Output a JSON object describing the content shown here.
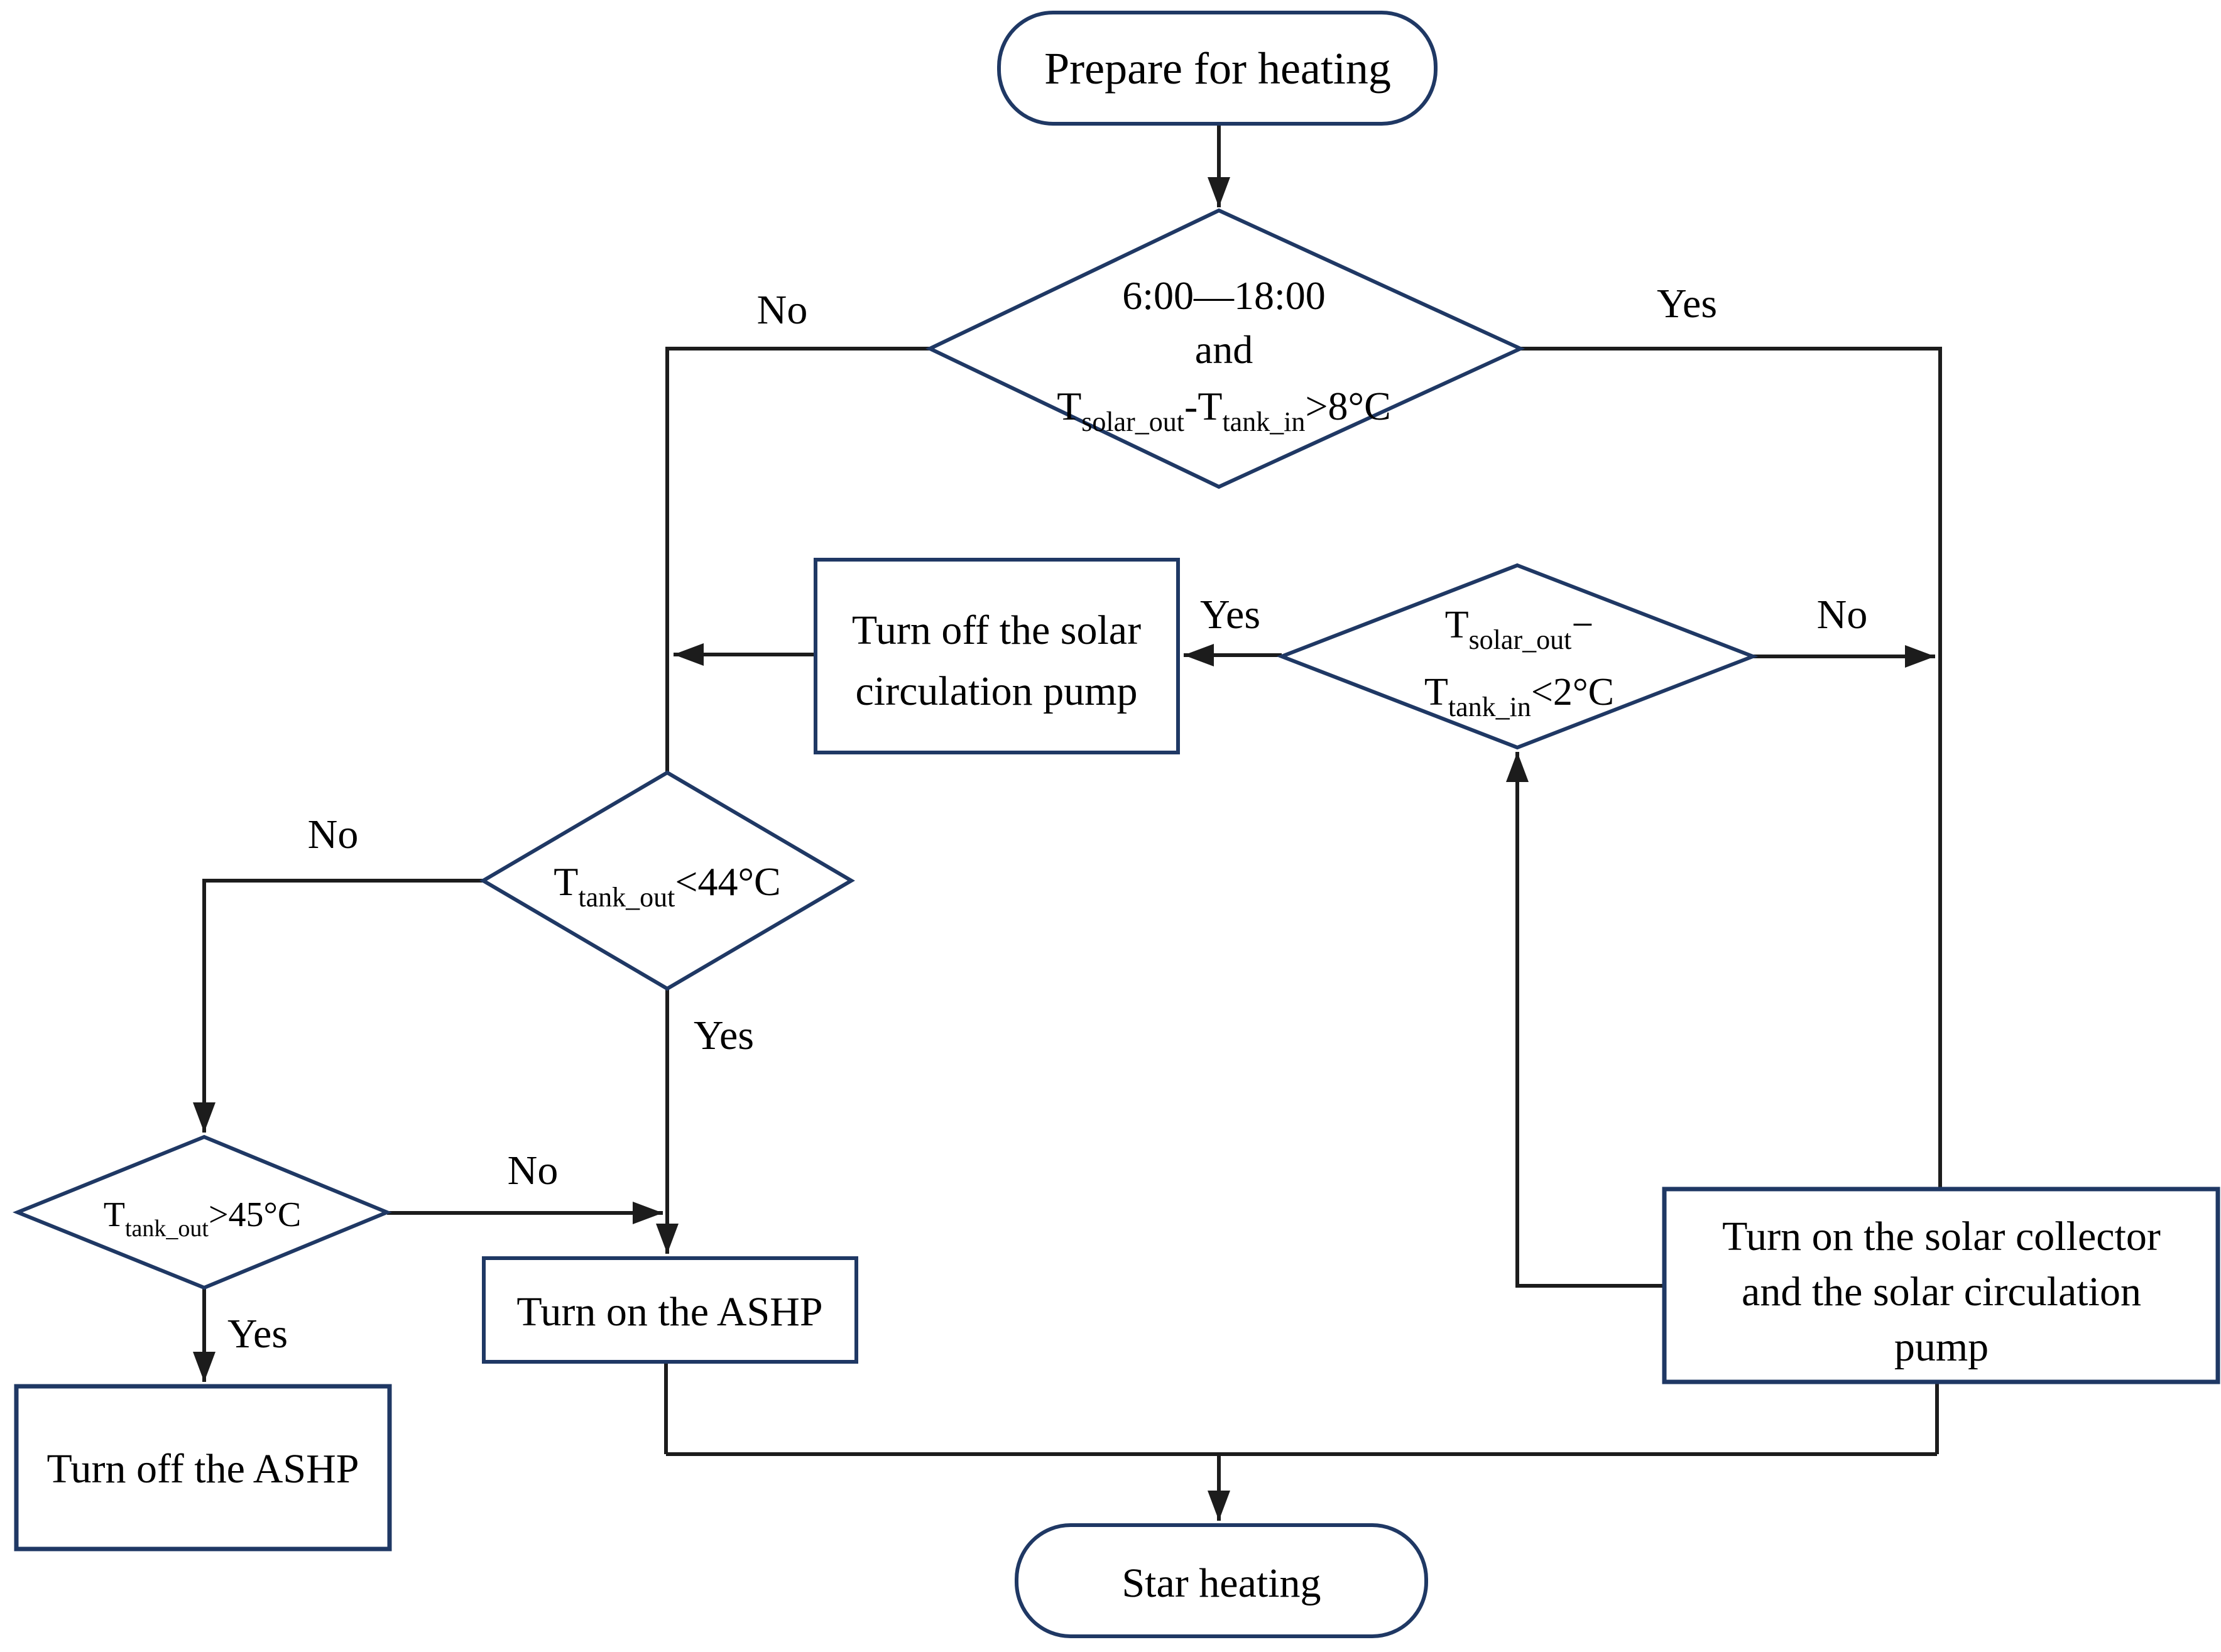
{
  "figure": {
    "type": "flowchart",
    "colors": {
      "node_border": "#1f3864",
      "connector": "#1c1c1c",
      "text": "#000000",
      "background": "#ffffff"
    },
    "nodes": {
      "start": {
        "label": "Prepare for heating"
      },
      "decision_time_solar": {
        "line1": "6:00—18:00",
        "line2": "and",
        "line3": [
          "T",
          "solar_out",
          "-T",
          "tank_in",
          ">8°C"
        ]
      },
      "turn_off_solar_pump": {
        "line1": "Turn off the solar",
        "line2": "circulation pump"
      },
      "decision_solar_minus_tank_lt2": {
        "line1": [
          "T",
          "solar_out",
          "−"
        ],
        "line2": [
          "T",
          "tank_in",
          "<2°C"
        ]
      },
      "decision_tank_out_lt44": {
        "parts": [
          "T",
          "tank_out",
          "<44°C"
        ]
      },
      "decision_tank_out_gt45": {
        "parts": [
          "T",
          "tank_out",
          ">45°C"
        ]
      },
      "turn_on_ashp": {
        "label": "Turn on the ASHP"
      },
      "turn_off_ashp": {
        "label": "Turn off the ASHP"
      },
      "turn_on_solar_collector": {
        "line1": "Turn on the solar collector",
        "line2": "and the solar circulation",
        "line3": "pump"
      },
      "end": {
        "label": "Star heating"
      }
    },
    "edge_labels": {
      "time_no": "No",
      "time_yes": "Yes",
      "lt2_yes": "Yes",
      "lt2_no": "No",
      "lt44_no": "No",
      "lt44_yes": "Yes",
      "gt45_no": "No",
      "gt45_yes": "Yes"
    }
  }
}
